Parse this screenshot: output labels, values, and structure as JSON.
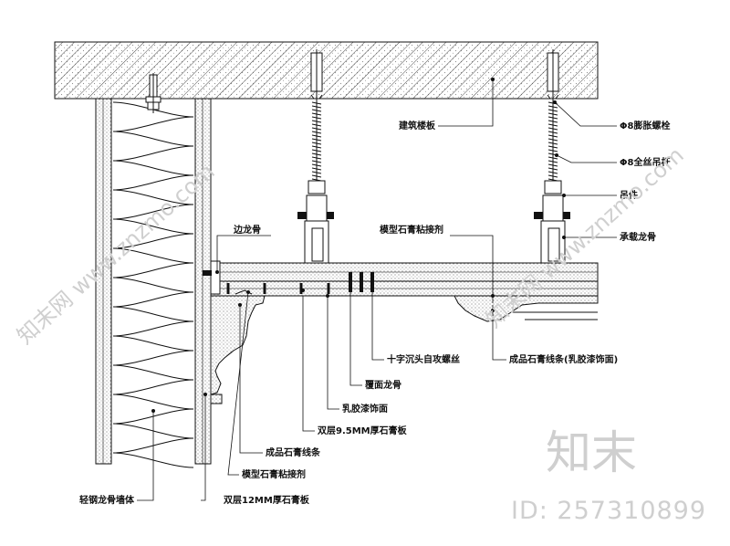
{
  "labels": {
    "building_slab": "建筑楼板",
    "expansion_bolt": "Φ8膨胀螺栓",
    "threaded_rod": "Φ8全丝吊杆",
    "hanger": "吊件",
    "main_keel": "承载龙骨",
    "edge_keel": "边龙骨",
    "adhesive_top": "模型石膏粘接剂",
    "screw": "十字沉头自攻螺丝",
    "cover_keel": "覆面龙骨",
    "latex_paint": "乳胶漆饰面",
    "double_gypsum_95": "双层9.5MM厚石膏板",
    "cornice_right": "成品石膏线条(乳胶漆饰面)",
    "cornice_left": "成品石膏线条",
    "adhesive_left": "模型石膏粘接剂",
    "steel_wall": "轻钢龙骨墙体",
    "double_gypsum_12": "双层12MM厚石膏板"
  },
  "watermark": {
    "logo_text": "知末",
    "id_text": "ID: 257310899",
    "diagonal_left": "知末网 www.znzmo.com",
    "diagonal_right": "知末网 www.znzmo.com"
  },
  "colors": {
    "line": "#111111",
    "watermark": "#cfcfcf"
  }
}
